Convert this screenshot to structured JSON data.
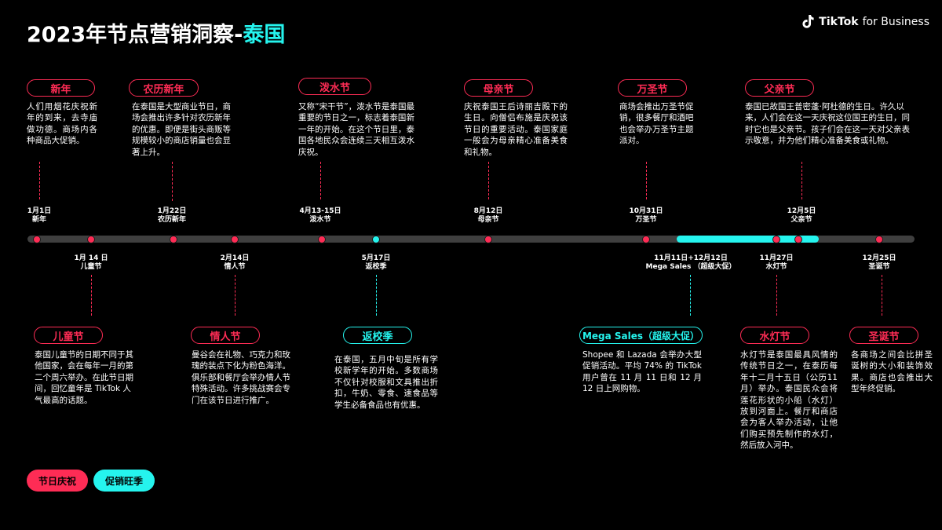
{
  "header": {
    "title_main": "2023年节点营销洞察-",
    "title_accent": "泰国",
    "brand_bold": "TikTok",
    "brand_rest": "for Business"
  },
  "colors": {
    "red": "#fe2c55",
    "cyan": "#25f4ee",
    "track": "#3f3f3f"
  },
  "top_events": [
    {
      "name": "新年",
      "desc": "人们用烟花庆祝新年的到来，去寺庙做功德。商场内各种商品大促销。",
      "date": "1月1日",
      "date_name": "新年"
    },
    {
      "name": "农历新年",
      "desc": "在泰国是大型商业节日，商场会推出许多针对农历新年的优惠。即便是街头商贩等规模较小的商店销量也会显著上升。",
      "date": "1月22日",
      "date_name": "农历新年"
    },
    {
      "name": "泼水节",
      "desc": "又称“宋干节”，泼水节是泰国最重要的节日之一，标志着泰国新一年的开始。在这个节日里，泰国各地民众会连续三天相互泼水庆祝。",
      "date": "4月13-15日",
      "date_name": "泼水节"
    },
    {
      "name": "母亲节",
      "desc": "庆祝泰国王后诗丽吉殿下的生日。向僧侣布施是庆祝该节日的重要活动。泰国家庭一般会为母亲精心准备美食和礼物。",
      "date": "8月12日",
      "date_name": "母亲节"
    },
    {
      "name": "万圣节",
      "desc": "商场会推出万圣节促销，很多餐厅和酒吧也会举办万圣节主题派对。",
      "date": "10月31日",
      "date_name": "万圣节"
    },
    {
      "name": "父亲节",
      "desc": "泰国已故国王普密蓬·阿杜德的生日。许久以来，人们会在这一天庆祝这位国王的生日，同时它也是父亲节。孩子们会在这一天对父亲表示敬意，并为他们精心准备美食或礼物。",
      "date": "12月5日",
      "date_name": "父亲节"
    }
  ],
  "bottom_events": [
    {
      "name": "儿童节",
      "desc": "泰国儿童节的日期不同于其他国家，会在每年一月的第二个周六举办。在此节日期间，回忆童年是 TikTok 人气最高的话题。",
      "date": "1月 14 日",
      "date_name": "儿童节"
    },
    {
      "name": "情人节",
      "desc": "曼谷会在礼物、巧克力和玫瑰的装点下化为粉色海洋。俱乐部和餐厅会举办情人节特殊活动。许多挑战赛会专门在该节日进行推广。",
      "date": "2月14日",
      "date_name": "情人节"
    },
    {
      "name": "返校季",
      "desc": "在泰国，五月中旬是所有学校新学年的开始。多数商场不仅针对校服和文具推出折扣，牛奶、零食、速食品等学生必备食品也有优惠。",
      "date": "5月17日",
      "date_name": "返校季"
    },
    {
      "name": "Mega Sales（超级大促）",
      "desc": "Shopee 和 Lazada 会举办大型促销活动。平均 74% 的 TikTok 用户曾在 11 月 11 日和 12 月 12 日上网购物。",
      "date": "11月11日+12月12日",
      "date_name": "Mega Sales （超级大促）"
    },
    {
      "name": "水灯节",
      "desc": "水灯节是泰国最具风情的传统节日之一，在泰历每年十二月十五日（公历11月）举办。泰国民众会将莲花形状的小船（水灯）放到河面上。餐厅和商店会为客人举办活动，让他们购买预先制作的水灯，然后放入河中。",
      "date": "11月27日",
      "date_name": "水灯节"
    },
    {
      "name": "圣诞节",
      "desc": "各商场之间会比拼圣诞树的大小和装饰效果。商店也会推出大型年终促销。",
      "date": "12月25日",
      "date_name": "圣诞节"
    }
  ],
  "legend": [
    {
      "label": "节日庆祝",
      "color": "#fe2c55"
    },
    {
      "label": "促销旺季",
      "color": "#25f4ee"
    }
  ]
}
